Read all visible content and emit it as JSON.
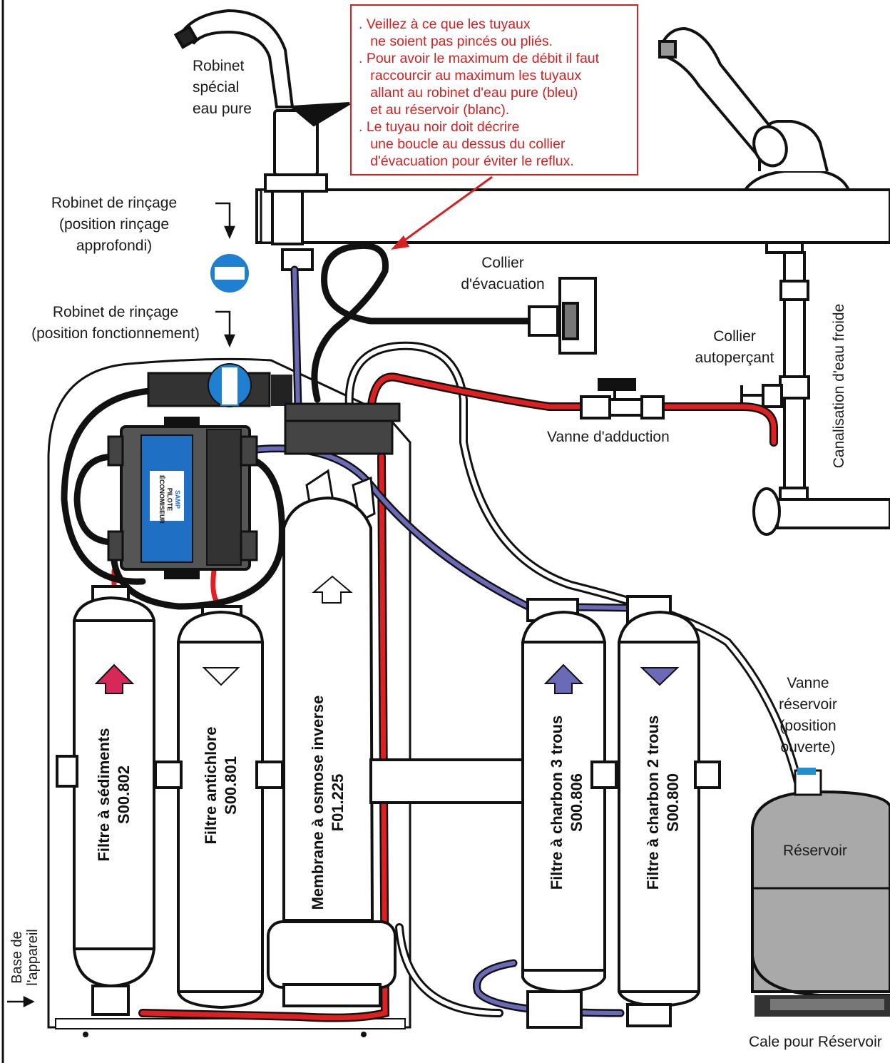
{
  "notice": {
    "lines": [
      ". Veillez à ce que les tuyaux",
      "   ne soient pas pincés ou pliés.",
      ". Pour avoir le maximum de débit il faut",
      "   raccourcir au maximum les tuyaux",
      "   allant au robinet d'eau pure (bleu)",
      "   et au réservoir (blanc).",
      ". Le tuyau noir doit décrire",
      "   une boucle au dessus du collier",
      "   d'évacuation pour éviter le reflux."
    ]
  },
  "labels": {
    "robinet_pure": [
      "Robinet",
      "spécial",
      "eau pure"
    ],
    "rincage_approfondi": [
      "Robinet de rinçage",
      "(position rinçage",
      "approfondi)"
    ],
    "rincage_fonction": [
      "Robinet de rinçage",
      "(position fonctionnement)"
    ],
    "collier_evacuation": [
      "Collier",
      "d'évacuation"
    ],
    "collier_autopercant": [
      "Collier",
      "autoperçant"
    ],
    "canalisation": "Canalisation d'eau froide",
    "vanne_adduction": "Vanne d'adduction",
    "vanne_reservoir": [
      "Vanne",
      "réservoir",
      "(position",
      "ouverte)"
    ],
    "reservoir": "Réservoir",
    "cale": "Cale pour Réservoir",
    "base": [
      "Base de",
      "l'appareil"
    ]
  },
  "filters": {
    "sediments": [
      "Filtre à sédiments",
      "S00.802"
    ],
    "antichlore": [
      "Filtre antichlore",
      "S00.801"
    ],
    "membrane": [
      "Membrane à osmose inverse",
      "F01.225"
    ],
    "charbon3": [
      "Filtre à charbon 3 trous",
      "S00.806"
    ],
    "charbon2": [
      "Filtre à charbon 2 trous",
      "S00.800"
    ]
  },
  "econom": {
    "brand": "SAMP",
    "lines": [
      "PILOTE",
      "ÉCONOMISEUR"
    ]
  },
  "colors": {
    "red_tube": "#e02020",
    "blue_tube": "#6a6ab8",
    "black_tube": "#1a1a1a",
    "notice": "#d42020",
    "reservoir": "#a9a9a9",
    "econom_blue": "#1f6fc4",
    "arrow_red": "#d8285a",
    "arrow_blue": "#6a6ab8"
  }
}
